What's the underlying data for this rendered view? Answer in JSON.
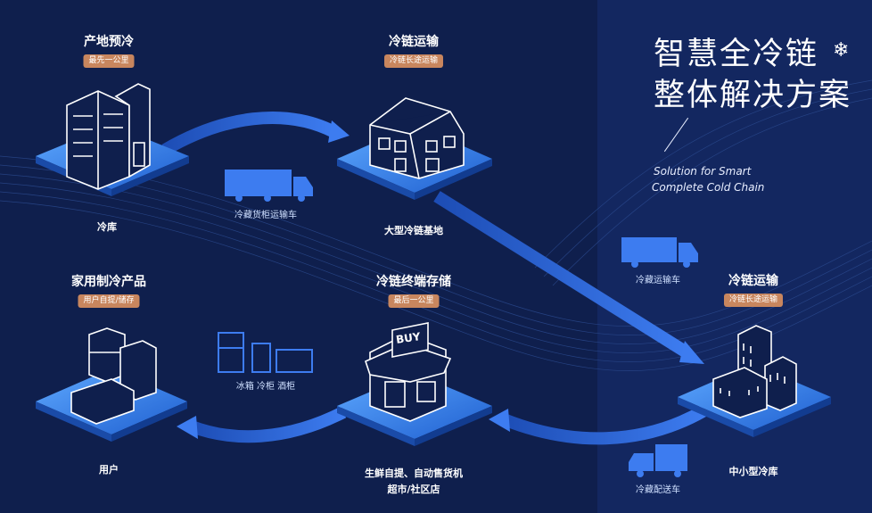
{
  "hero": {
    "line1": "智慧全冷链",
    "line2": "整体解决方案",
    "en_line1": "Solution for Smart",
    "en_line2": "Complete Cold Chain"
  },
  "nodes": {
    "origin": {
      "title": "产地预冷",
      "badge": "最先一公里",
      "label": "冷库"
    },
    "base": {
      "title": "冷链运输",
      "badge": "冷链长途运输",
      "label": "大型冷链基地"
    },
    "medium": {
      "title": "冷链运输",
      "badge": "冷链长途运输",
      "label": "中小型冷库"
    },
    "terminal": {
      "title": "冷链终端存储",
      "badge": "最后一公里",
      "label1": "生鲜自提、自动售货机",
      "label2": "超市/社区店",
      "sign": "BUY"
    },
    "home": {
      "title": "家用制冷产品",
      "badge": "用户自提/储存",
      "label": "用户"
    }
  },
  "vehicles": {
    "truck1": "冷藏货柜运输车",
    "truck2": "冷藏运输车",
    "truck3": "冷藏配送车"
  },
  "appliances": "冰箱 冷柜 酒柜",
  "colors": {
    "background": "#0f1f4d",
    "arrow": "#2f6fe0",
    "platform": "#2f7fe8",
    "badge": "#c8865e"
  }
}
